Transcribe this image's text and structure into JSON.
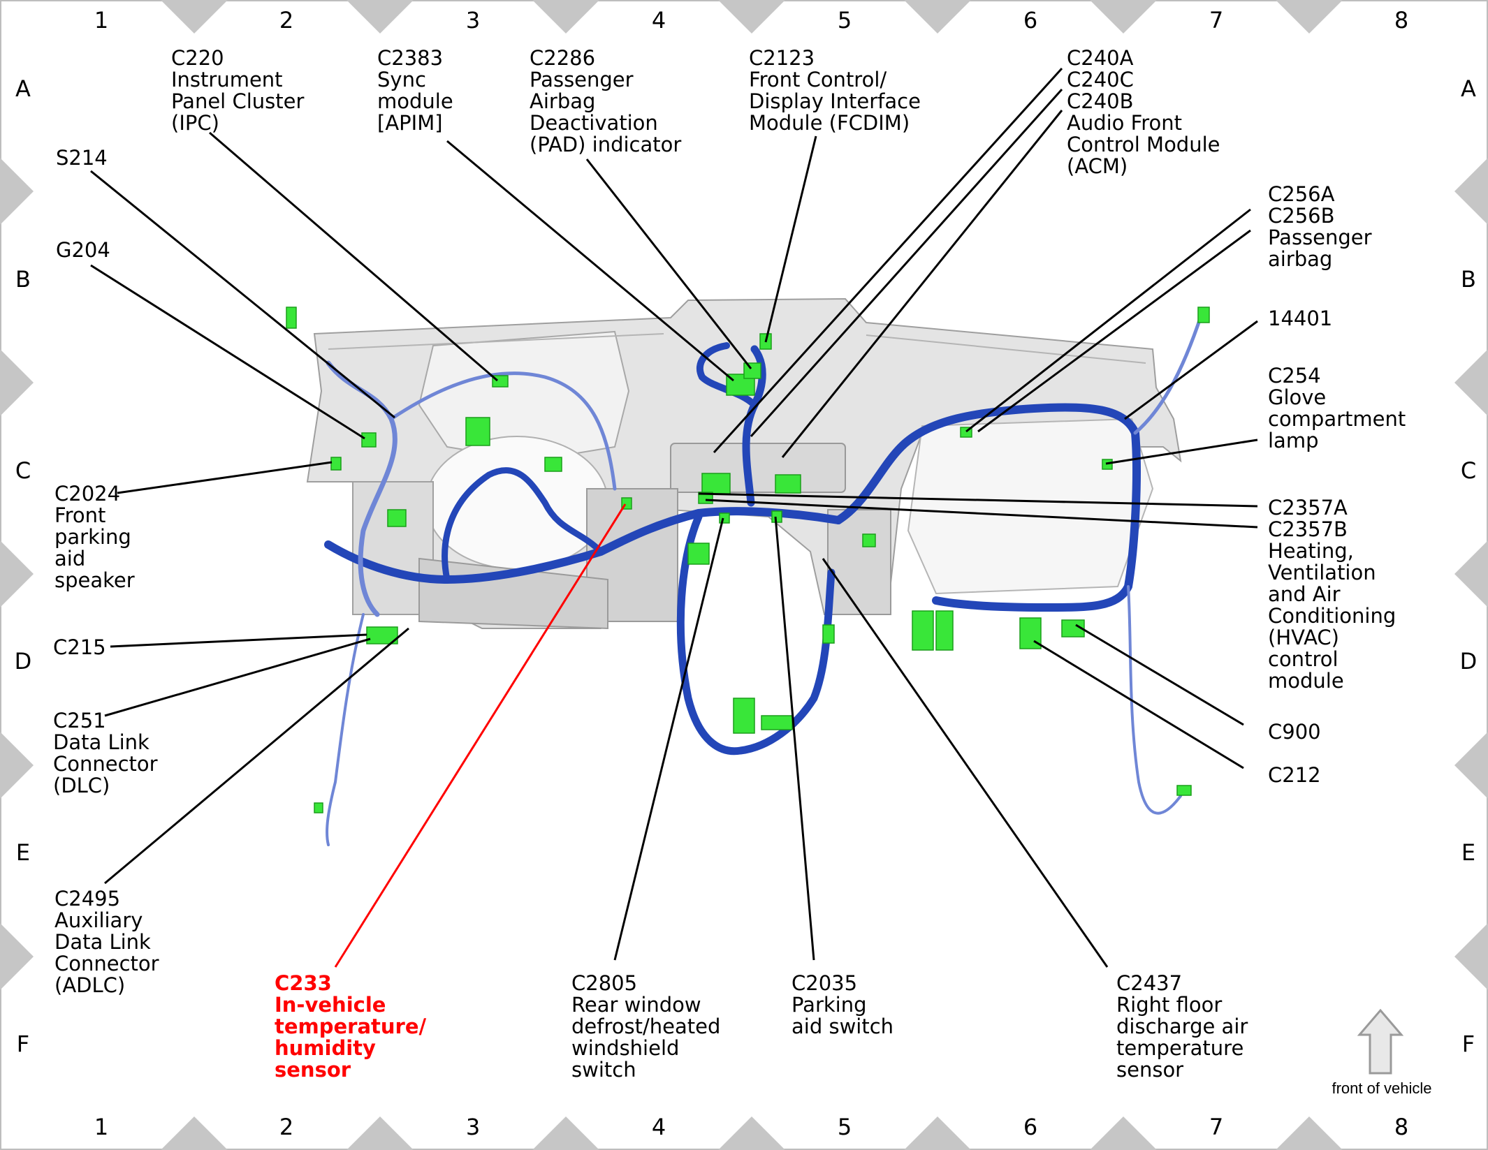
{
  "grid": {
    "columns": [
      "1",
      "2",
      "3",
      "4",
      "5",
      "6",
      "7",
      "8"
    ],
    "rows": [
      "A",
      "B",
      "C",
      "D",
      "E",
      "F"
    ]
  },
  "callouts": {
    "c220": [
      "C220",
      "Instrument",
      "Panel Cluster",
      "(IPC)"
    ],
    "c2383": [
      "C2383",
      "Sync",
      "module",
      "[APIM]"
    ],
    "c2286": [
      "C2286",
      "Passenger",
      "Airbag",
      "Deactivation",
      "(PAD) indicator"
    ],
    "c2123": [
      "C2123",
      "Front Control/",
      "Display Interface",
      "Module (FCDIM)"
    ],
    "c240": [
      "C240A",
      "C240C",
      "C240B",
      "Audio Front",
      "Control Module",
      "(ACM)"
    ],
    "s214": [
      "S214"
    ],
    "g204": [
      "G204"
    ],
    "c256": [
      "C256A",
      "C256B",
      "Passenger",
      "airbag"
    ],
    "p14401": [
      "14401"
    ],
    "c254": [
      "C254",
      "Glove",
      "compartment",
      "lamp"
    ],
    "c2024": [
      "C2024",
      "Front",
      "parking",
      "aid",
      "speaker"
    ],
    "c2357": [
      "C2357A",
      "C2357B",
      "Heating,",
      "Ventilation",
      "and Air",
      "Conditioning",
      "(HVAC)",
      "control",
      "module"
    ],
    "c215": [
      "C215"
    ],
    "c251": [
      "C251",
      "Data Link",
      "Connector",
      "(DLC)"
    ],
    "c900": [
      "C900"
    ],
    "c212": [
      "C212"
    ],
    "c2495": [
      "C2495",
      "Auxiliary",
      "Data Link",
      "Connector",
      "(ADLC)"
    ],
    "c233": [
      "C233",
      "In-vehicle",
      "temperature/",
      "humidity",
      "sensor"
    ],
    "c2805": [
      "C2805",
      "Rear window",
      "defrost/heated",
      "windshield",
      "switch"
    ],
    "c2035": [
      "C2035",
      "Parking",
      "aid switch"
    ],
    "c2437": [
      "C2437",
      "Right floor",
      "discharge air",
      "temperature",
      "sensor"
    ]
  },
  "front_indicator": {
    "label": "front of vehicle"
  },
  "colors": {
    "highlight": "#ff0000",
    "harness": "#2346b8",
    "connector": "#39e639",
    "dashboard": "#e4e4e4"
  }
}
